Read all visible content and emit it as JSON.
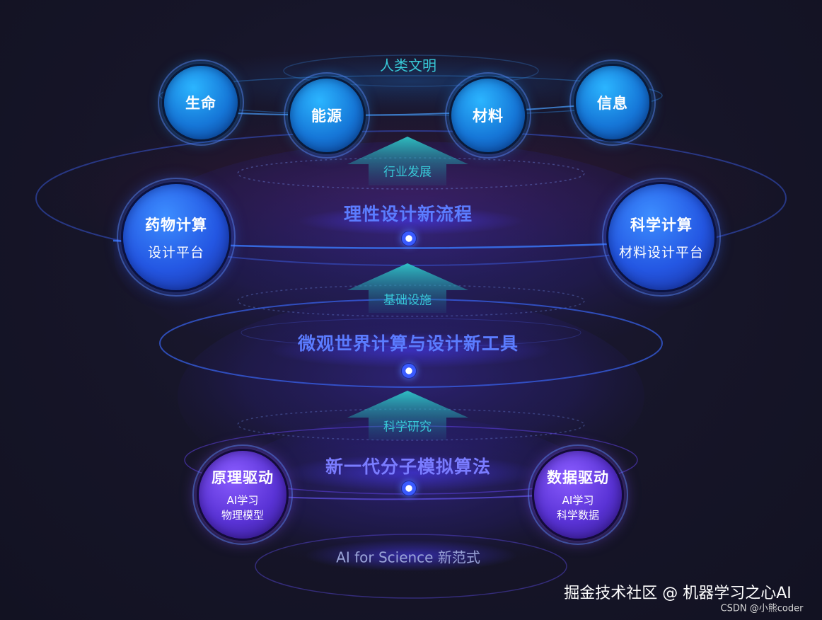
{
  "diagram": {
    "top_label": "人类文明",
    "top_nodes": [
      "生命",
      "能源",
      "材料",
      "信息"
    ],
    "arrows": [
      "行业发展",
      "基础设施",
      "科学研究"
    ],
    "layers": [
      "理性设计新流程",
      "微观世界计算与设计新工具",
      "新一代分子模拟算法"
    ],
    "base_label": "AI for Science 新范式",
    "mid_left": {
      "title": "药物计算",
      "sub": "设计平台"
    },
    "mid_right": {
      "title": "科学计算",
      "sub": "材料设计平台"
    },
    "bottom_left": {
      "title": "原理驱动",
      "line1": "AI学习",
      "line2": "物理模型"
    },
    "bottom_right": {
      "title": "数据驱动",
      "line1": "AI学习",
      "line2": "科学数据"
    }
  },
  "watermark": {
    "main": "掘金技术社区 @ 机器学习之心AI",
    "sub": "CSDN @小熊coder"
  },
  "colors": {
    "accent_cyan": "#38c9d8",
    "layer_text": "#5b7cff",
    "node_blue": "#1677d8",
    "node_purple": "#5a33d6"
  }
}
